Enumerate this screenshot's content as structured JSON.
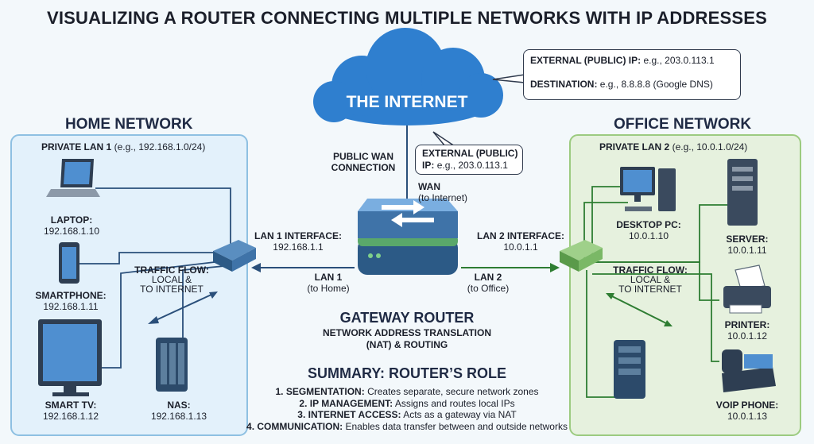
{
  "title": "VISUALIZING A ROUTER CONNECTING MULTIPLE NETWORKS WITH IP ADDRESSES",
  "internet": {
    "label": "THE INTERNET",
    "callout": {
      "external_label": "EXTERNAL (PUBLIC) IP:",
      "external_value": "e.g., 203.0.113.1",
      "dest_label": "DESTINATION:",
      "dest_value": "e.g., 8.8.8.8 (Google DNS)"
    }
  },
  "wan": {
    "public_label_1": "PUBLIC WAN",
    "public_label_2": "CONNECTION",
    "callout_line1": "EXTERNAL (PUBLIC)",
    "callout_ip_label": "IP:",
    "callout_ip_value": "e.g., 203.0.113.1",
    "wan_label": "WAN",
    "wan_sub": "(to Internet)"
  },
  "home": {
    "title": "HOME NETWORK",
    "lan_label": "PRIVATE LAN 1",
    "lan_value": "(e.g., 192.168.1.0/24)",
    "devices": [
      {
        "name": "LAPTOP:",
        "ip": "192.168.1.10"
      },
      {
        "name": "SMARTPHONE:",
        "ip": "192.168.1.11"
      },
      {
        "name": "SMART TV:",
        "ip": "192.168.1.12"
      },
      {
        "name": "NAS:",
        "ip": "192.168.1.13"
      }
    ],
    "traffic_1": "TRAFFIC FLOW:",
    "traffic_2": "LOCAL &",
    "traffic_3": "TO INTERNET"
  },
  "office": {
    "title": "OFFICE NETWORK",
    "lan_label": "PRIVATE LAN 2",
    "lan_value": "(e.g., 10.0.1.0/24)",
    "devices": [
      {
        "name": "DESKTOP PC:",
        "ip": "10.0.1.10"
      },
      {
        "name": "SERVER:",
        "ip": "10.0.1.11"
      },
      {
        "name": "PRINTER:",
        "ip": "10.0.1.12"
      },
      {
        "name": "VOIP PHONE:",
        "ip": "10.0.1.13"
      }
    ],
    "traffic_1": "TRAFFIC FLOW:",
    "traffic_2": "LOCAL &",
    "traffic_3": "TO INTERNET"
  },
  "router": {
    "lan1_iface": "LAN 1 INTERFACE:",
    "lan1_ip": "192.168.1.1",
    "lan2_iface": "LAN 2 INTERFACE:",
    "lan2_ip": "10.0.1.1",
    "lan1": "LAN 1",
    "lan1_sub": "(to Home)",
    "lan2": "LAN 2",
    "lan2_sub": "(to Office)",
    "title": "GATEWAY ROUTER",
    "sub1": "NETWORK ADDRESS TRANSLATION",
    "sub2": "(NAT) & ROUTING"
  },
  "summary": {
    "title": "SUMMARY: ROUTER’S ROLE",
    "items": [
      {
        "head": "1. SEGMENTATION:",
        "text": "Creates separate, secure network zones"
      },
      {
        "head": "2. IP MANAGEMENT:",
        "text": "Assigns and routes local IPs"
      },
      {
        "head": "3. INTERNET ACCESS:",
        "text": "Acts as a gateway via NAT"
      },
      {
        "head": "4. COMMUNICATION:",
        "text": "Enables data transfer between and outside networks"
      }
    ]
  },
  "colors": {
    "home_zone": "#e3f1fb",
    "home_border": "#7fb3d8",
    "office_zone": "#e6f1de",
    "office_border": "#8cbf72",
    "cloud": "#2f7fcf",
    "router": "#3e6e9c",
    "home_arrow": "#2a4f7a",
    "office_arrow": "#2e7d32"
  }
}
